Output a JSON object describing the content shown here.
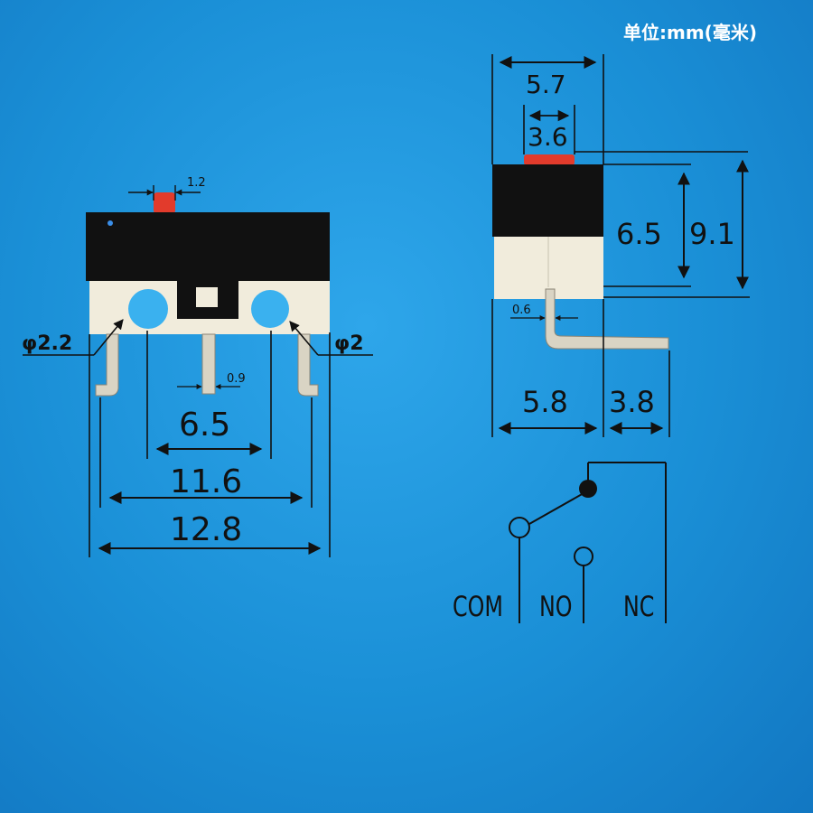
{
  "unit_label": "单位:mm(毫米)",
  "colors": {
    "background": "#1a8fd6",
    "switch_body": "#111111",
    "switch_base": "#f1ecdc",
    "button": "#e23b2c",
    "dimension_lines": "#111111",
    "terminal_metal": "#d9d4c4"
  },
  "front_view": {
    "button_width": "1.2",
    "hole_left": "φ2.2",
    "hole_right": "φ2",
    "pin_width": "0.9",
    "spacing_inner": "6.5",
    "spacing_pins": "11.6",
    "total_width": "12.8"
  },
  "side_view": {
    "top_width": "5.7",
    "button_width": "3.6",
    "body_height": "6.5",
    "total_height": "9.1",
    "pin_thickness": "0.6",
    "body_width": "5.8",
    "pin_extension": "3.8"
  },
  "schematic": {
    "com_label": "COM",
    "no_label": "NO",
    "nc_label": "NC"
  }
}
